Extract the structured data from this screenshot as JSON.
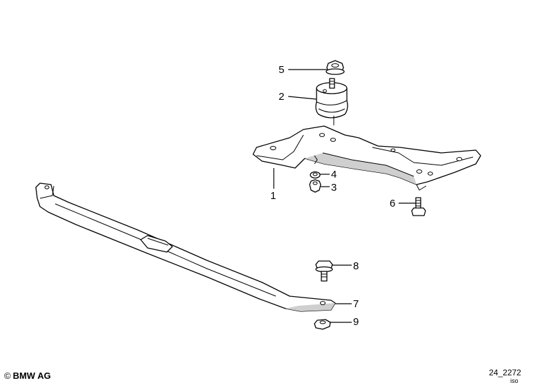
{
  "callouts": {
    "c1": "1",
    "c2": "2",
    "c3": "3",
    "c4": "4",
    "c5": "5",
    "c6": "6",
    "c7": "7",
    "c8": "8",
    "c9": "9"
  },
  "footer": {
    "copyright_symbol": "©",
    "copyright_text": "BMW AG",
    "diagram_ref": "24_2272",
    "diagram_suffix": "iso"
  }
}
